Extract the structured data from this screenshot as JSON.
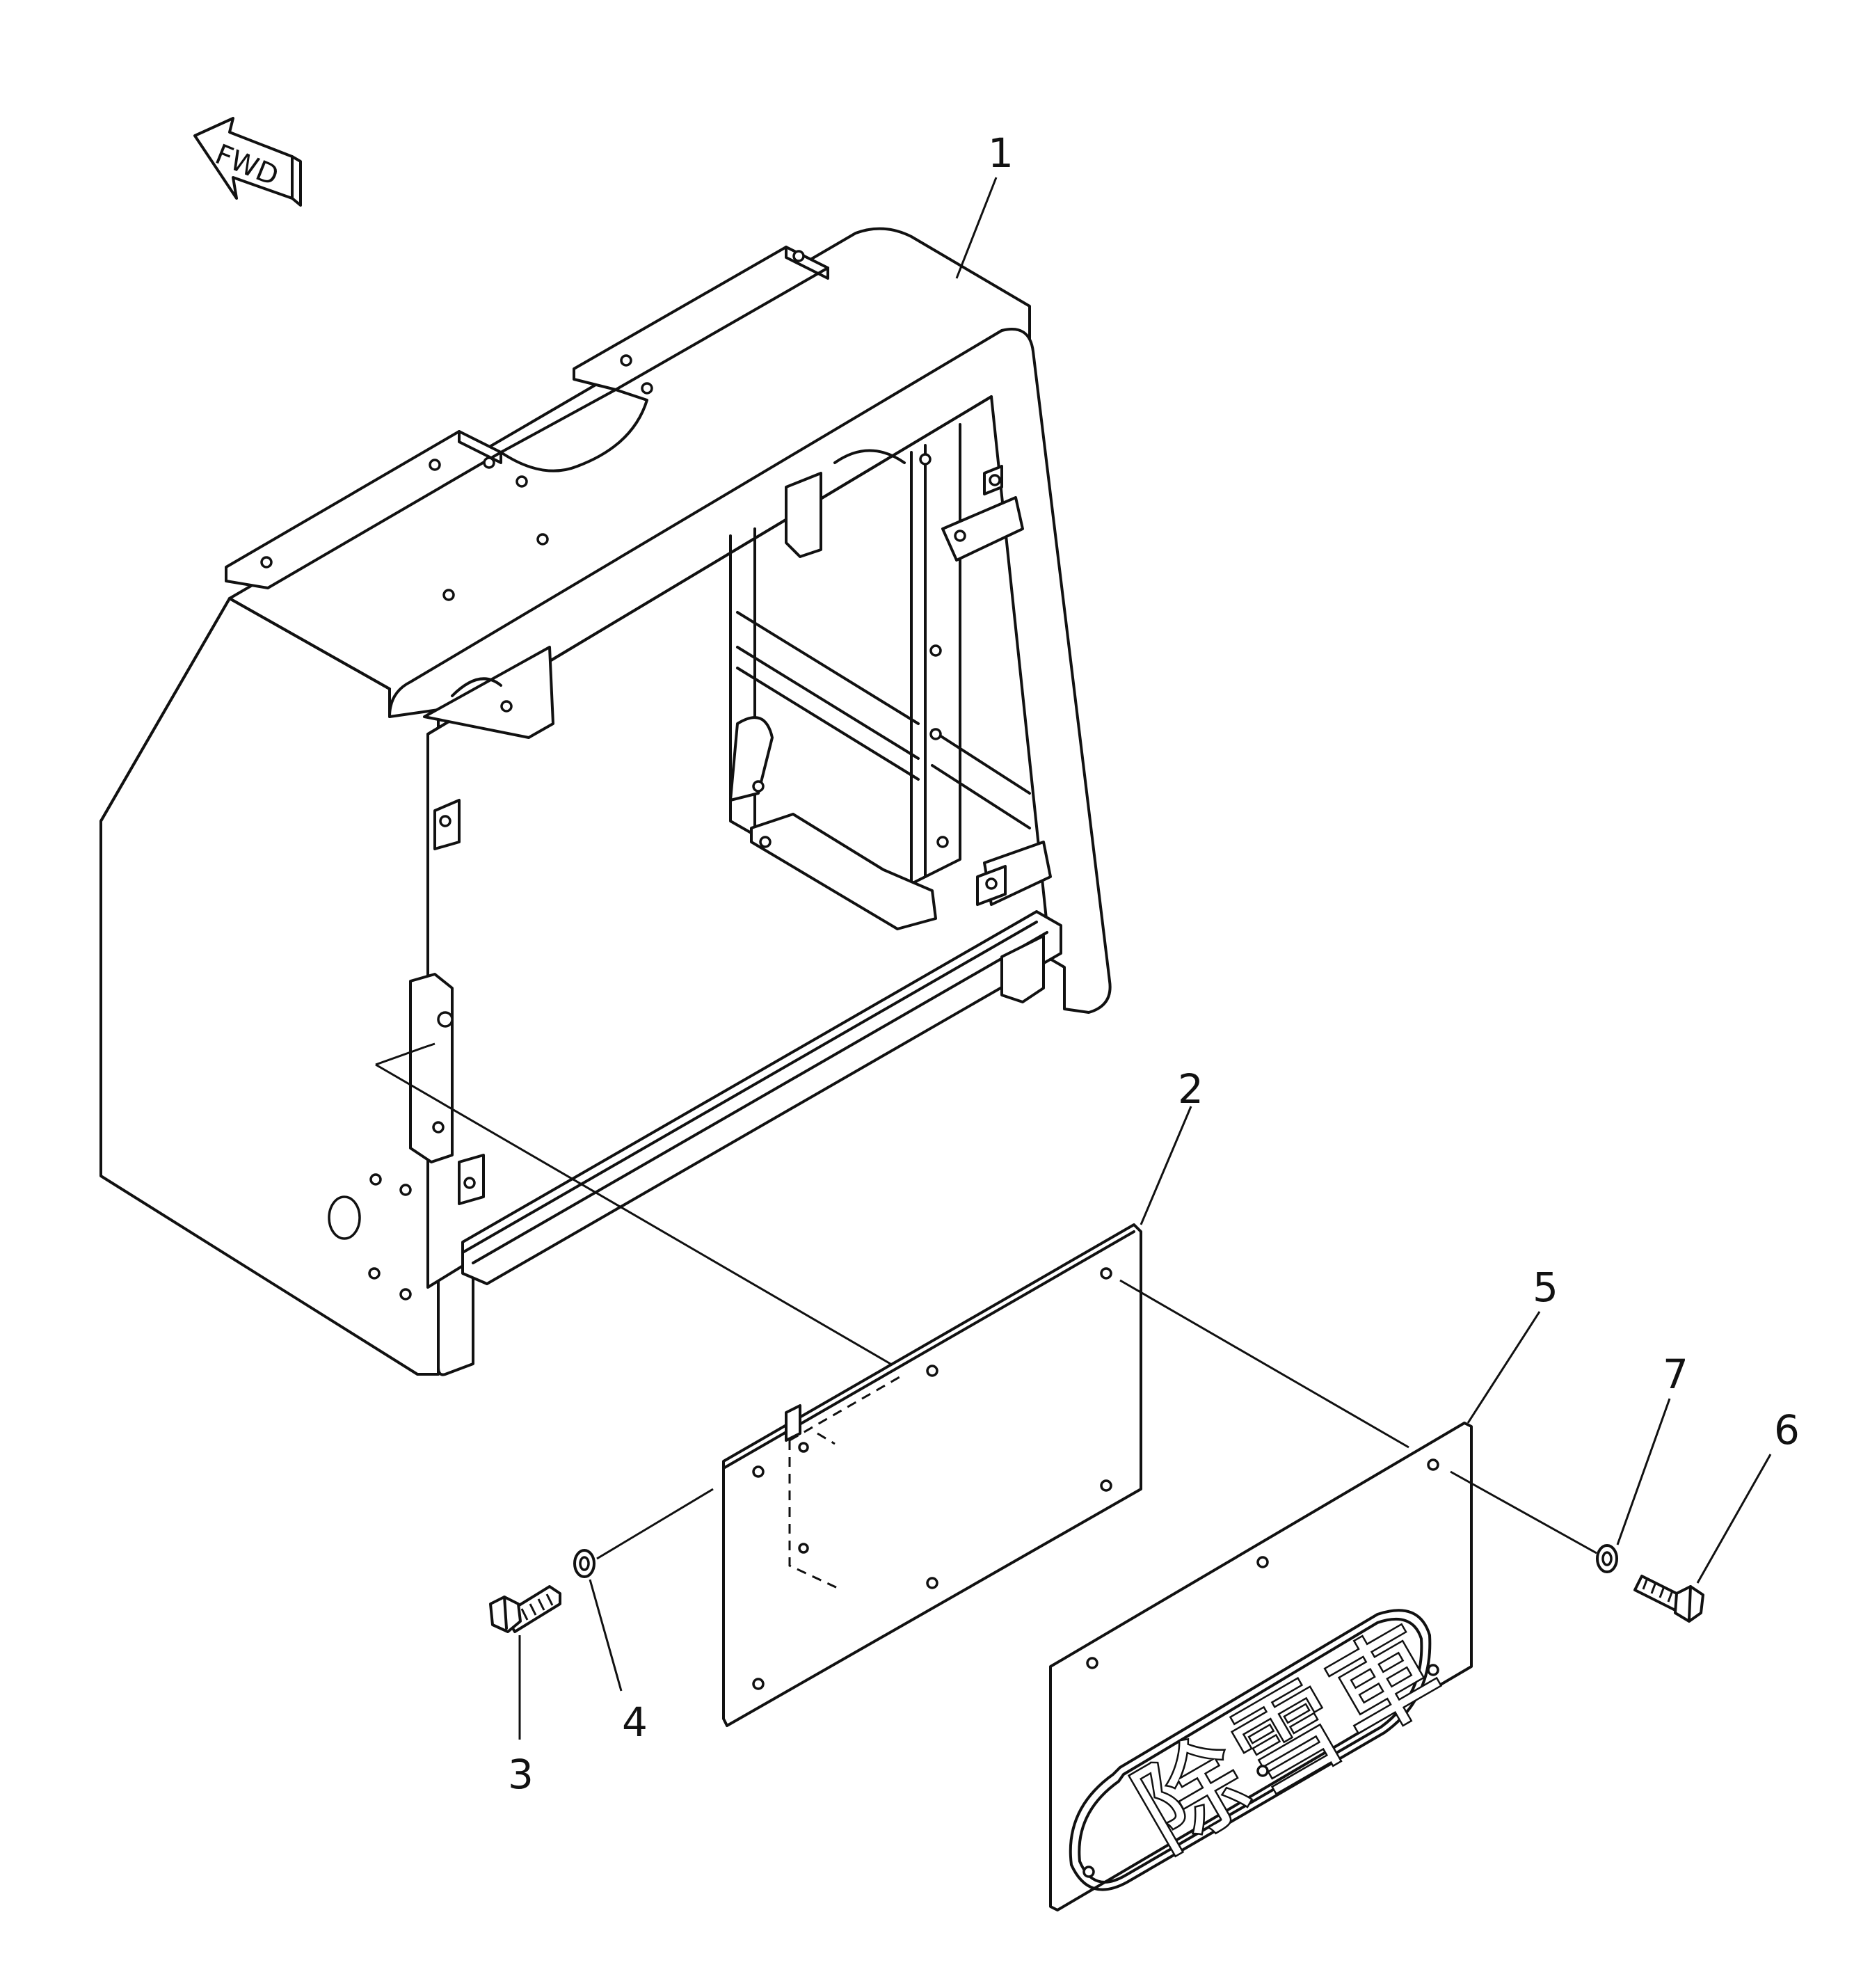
{
  "diagram": {
    "direction_indicator": {
      "label": "FWD",
      "icon": "forward-arrow-icon"
    },
    "callouts": [
      {
        "number": "1",
        "part": "cover-frame"
      },
      {
        "number": "2",
        "part": "cover-plate"
      },
      {
        "number": "3",
        "part": "bolt"
      },
      {
        "number": "4",
        "part": "washer"
      },
      {
        "number": "5",
        "part": "name-plate"
      },
      {
        "number": "6",
        "part": "bolt"
      },
      {
        "number": "7",
        "part": "washer"
      }
    ],
    "plate_lettering": {
      "chars": [
        "除",
        "雪",
        "車"
      ]
    }
  }
}
